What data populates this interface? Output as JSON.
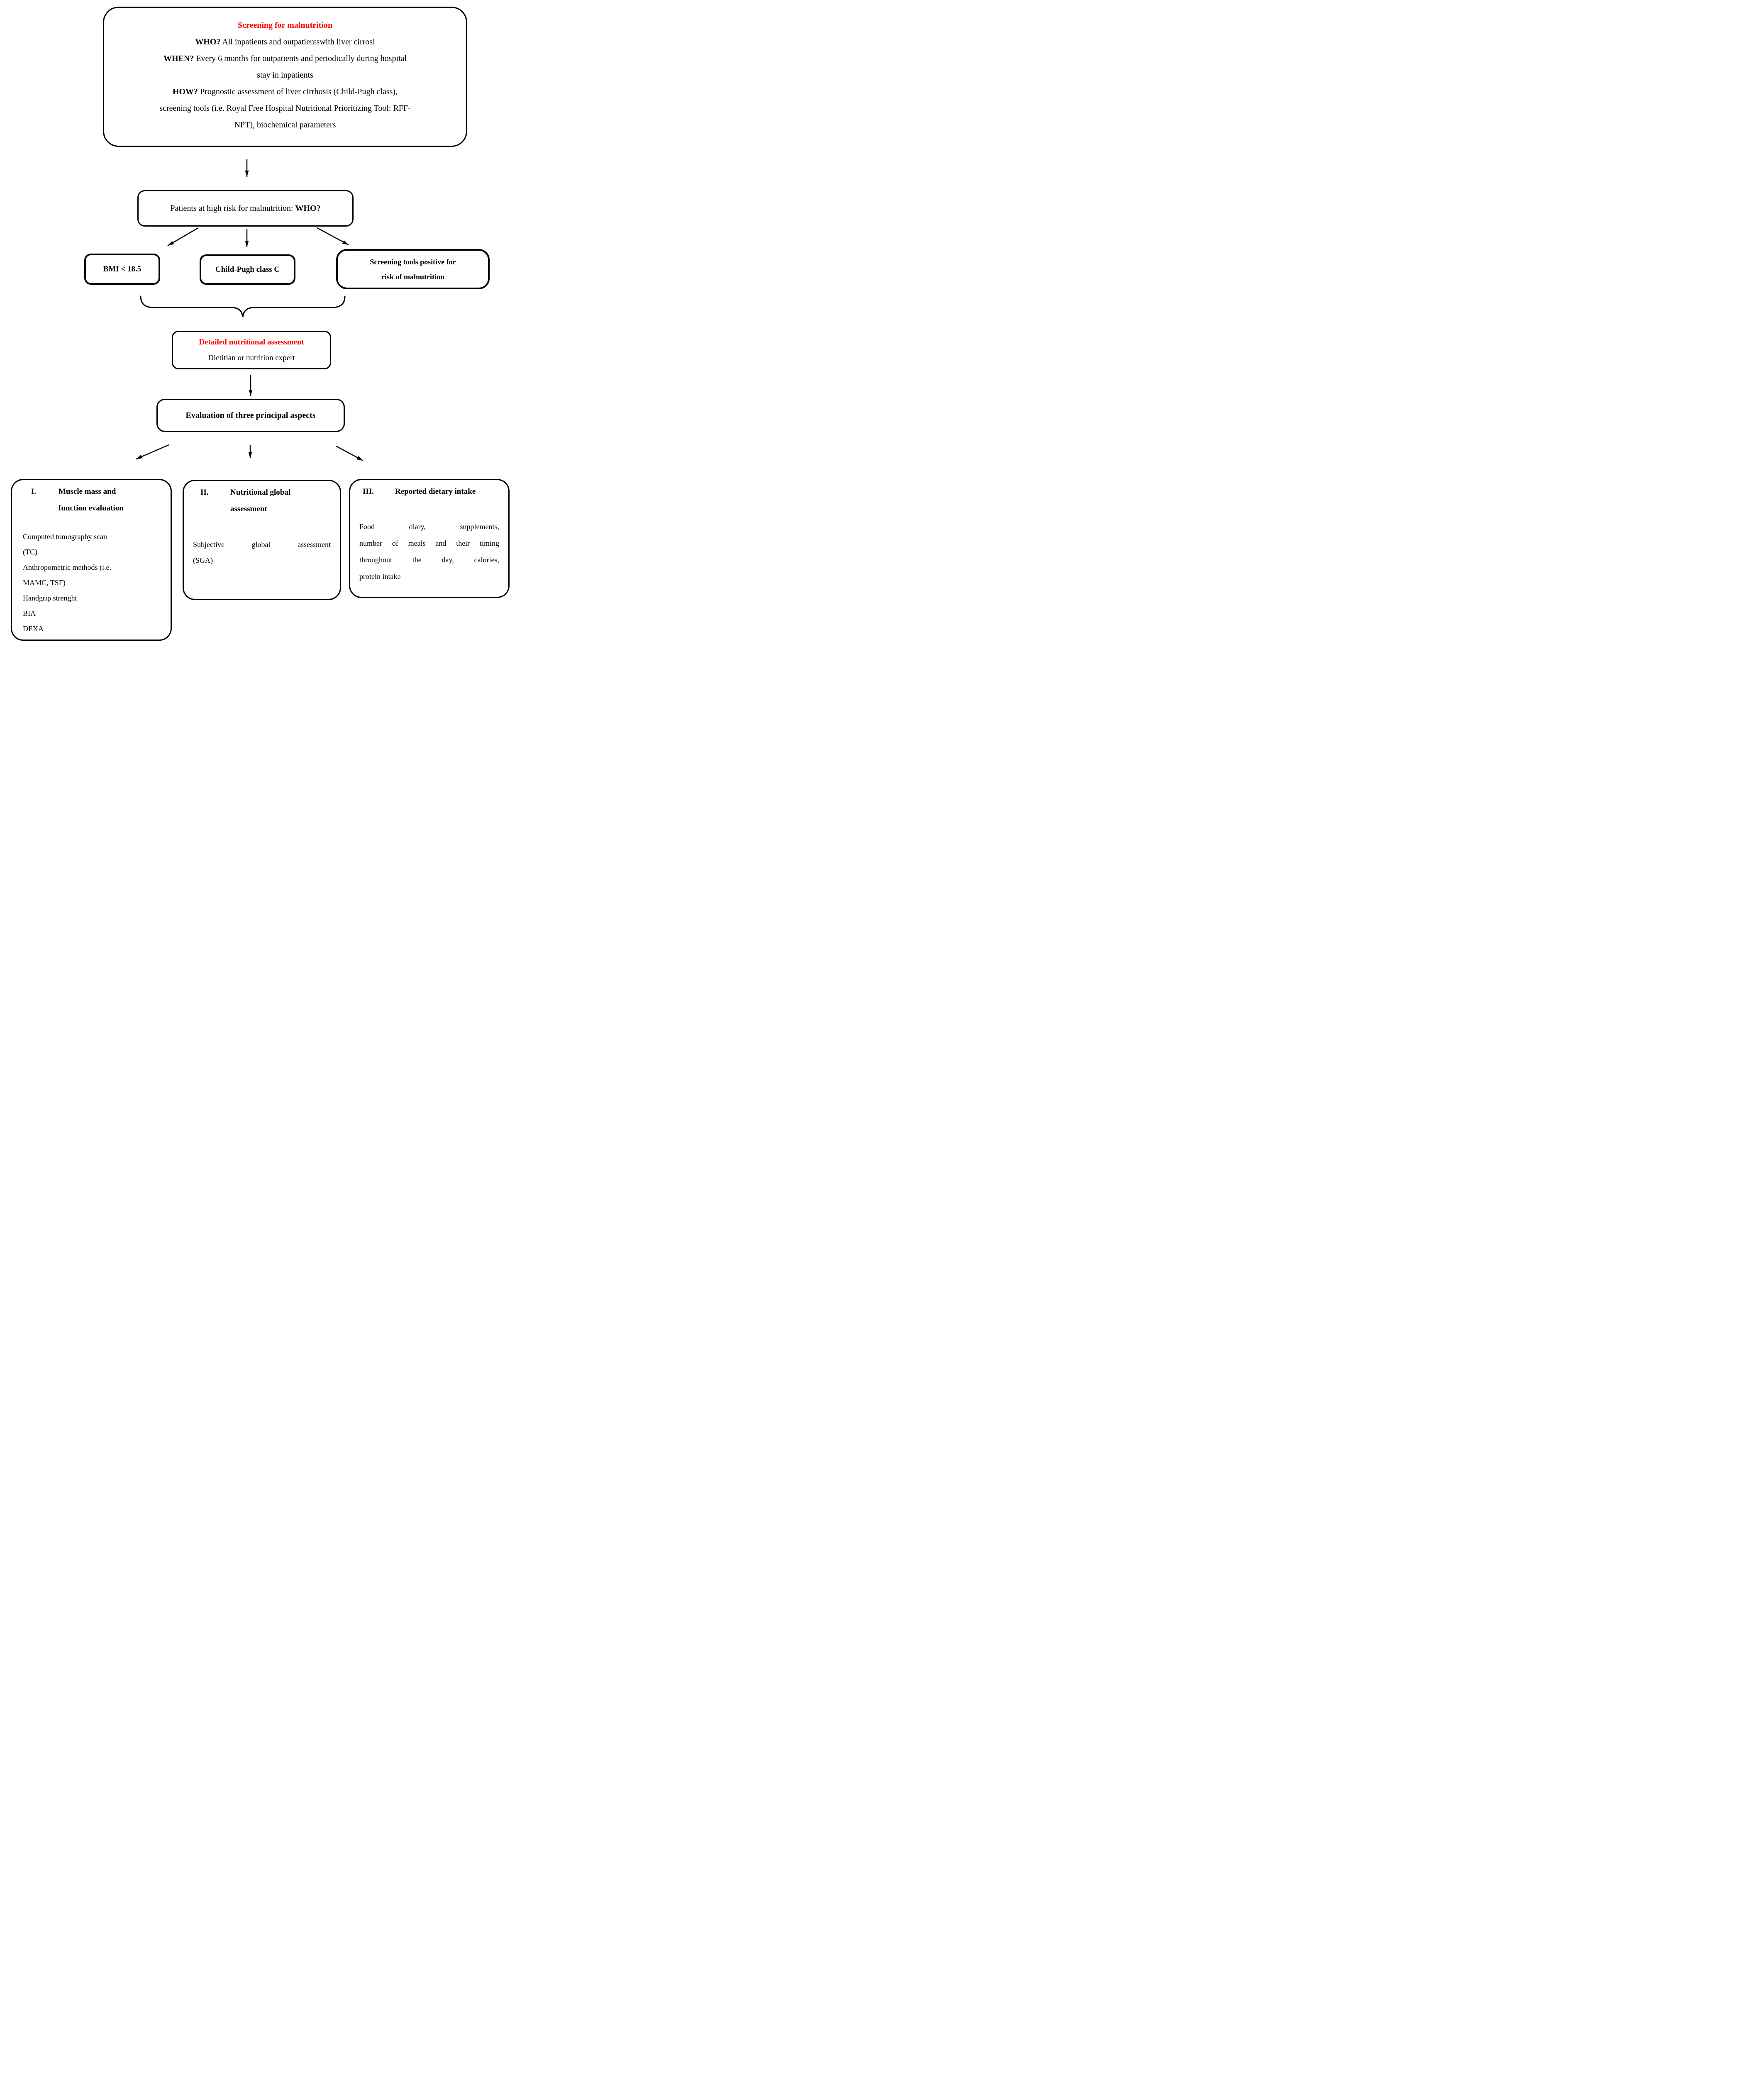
{
  "palette": {
    "ink": "#000000",
    "accent_red": "#ff0000",
    "background": "#ffffff"
  },
  "top_box": {
    "title": "Screening for malnutrition",
    "lines": [
      {
        "bold": "WHO?",
        "text": " All inpatients and outpatientswith liver cirrosi"
      },
      {
        "bold": "WHEN?",
        "text": " Every 6 months for outpatients and periodically during hospital"
      },
      {
        "bold": "",
        "text": "stay in inpatients"
      },
      {
        "bold": "HOW?",
        "text": " Prognostic assessment of liver cirrhosis (Child-Pugh class),"
      },
      {
        "bold": "",
        "text": "screening tools (i.e. Royal Free Hospital Nutritional Prioritizing Tool: RFF-"
      },
      {
        "bold": "",
        "text": "NPT), biochemical parameters"
      }
    ]
  },
  "high_risk_box": {
    "text": "Patients at high risk for malnutrition: ",
    "bold": "WHO?"
  },
  "risk_boxes": [
    {
      "label": "BMI < 18.5"
    },
    {
      "label": "Child-Pugh class C"
    },
    {
      "line1": "Screening tools positive for",
      "line2": "risk of malnutrition"
    }
  ],
  "assessment_box": {
    "title": "Detailed nutritional assessment",
    "subtitle": "Dietitian or nutrition expert"
  },
  "evaluation_box": {
    "label": "Evaluation of three principal aspects"
  },
  "aspect_boxes": [
    {
      "numeral": "I.",
      "heading_line1": "Muscle mass and",
      "heading_line2": "function evaluation",
      "body_lines": {
        "l1": "Computed tomography scan",
        "l2": "(TC)",
        "l3": "Anthropometric methods (i.e.",
        "l4": "MAMC, TSF)",
        "l5": "Handgrip strenght",
        "l6": "BIA",
        "l7": "DEXA"
      }
    },
    {
      "numeral": "II.",
      "heading_line1": "Nutritional global",
      "heading_line2": "assessment",
      "body_lines": {
        "l1": "Subjective global assessment",
        "l2": "(SGA)"
      }
    },
    {
      "numeral": "III.",
      "heading_line1": "Reported dietary intake",
      "body_lines": {
        "l1": "Food diary, supplements,",
        "l2": "number of meals and their timing",
        "l3": "throughout the day, calories,",
        "l4": "protein intake"
      }
    }
  ]
}
